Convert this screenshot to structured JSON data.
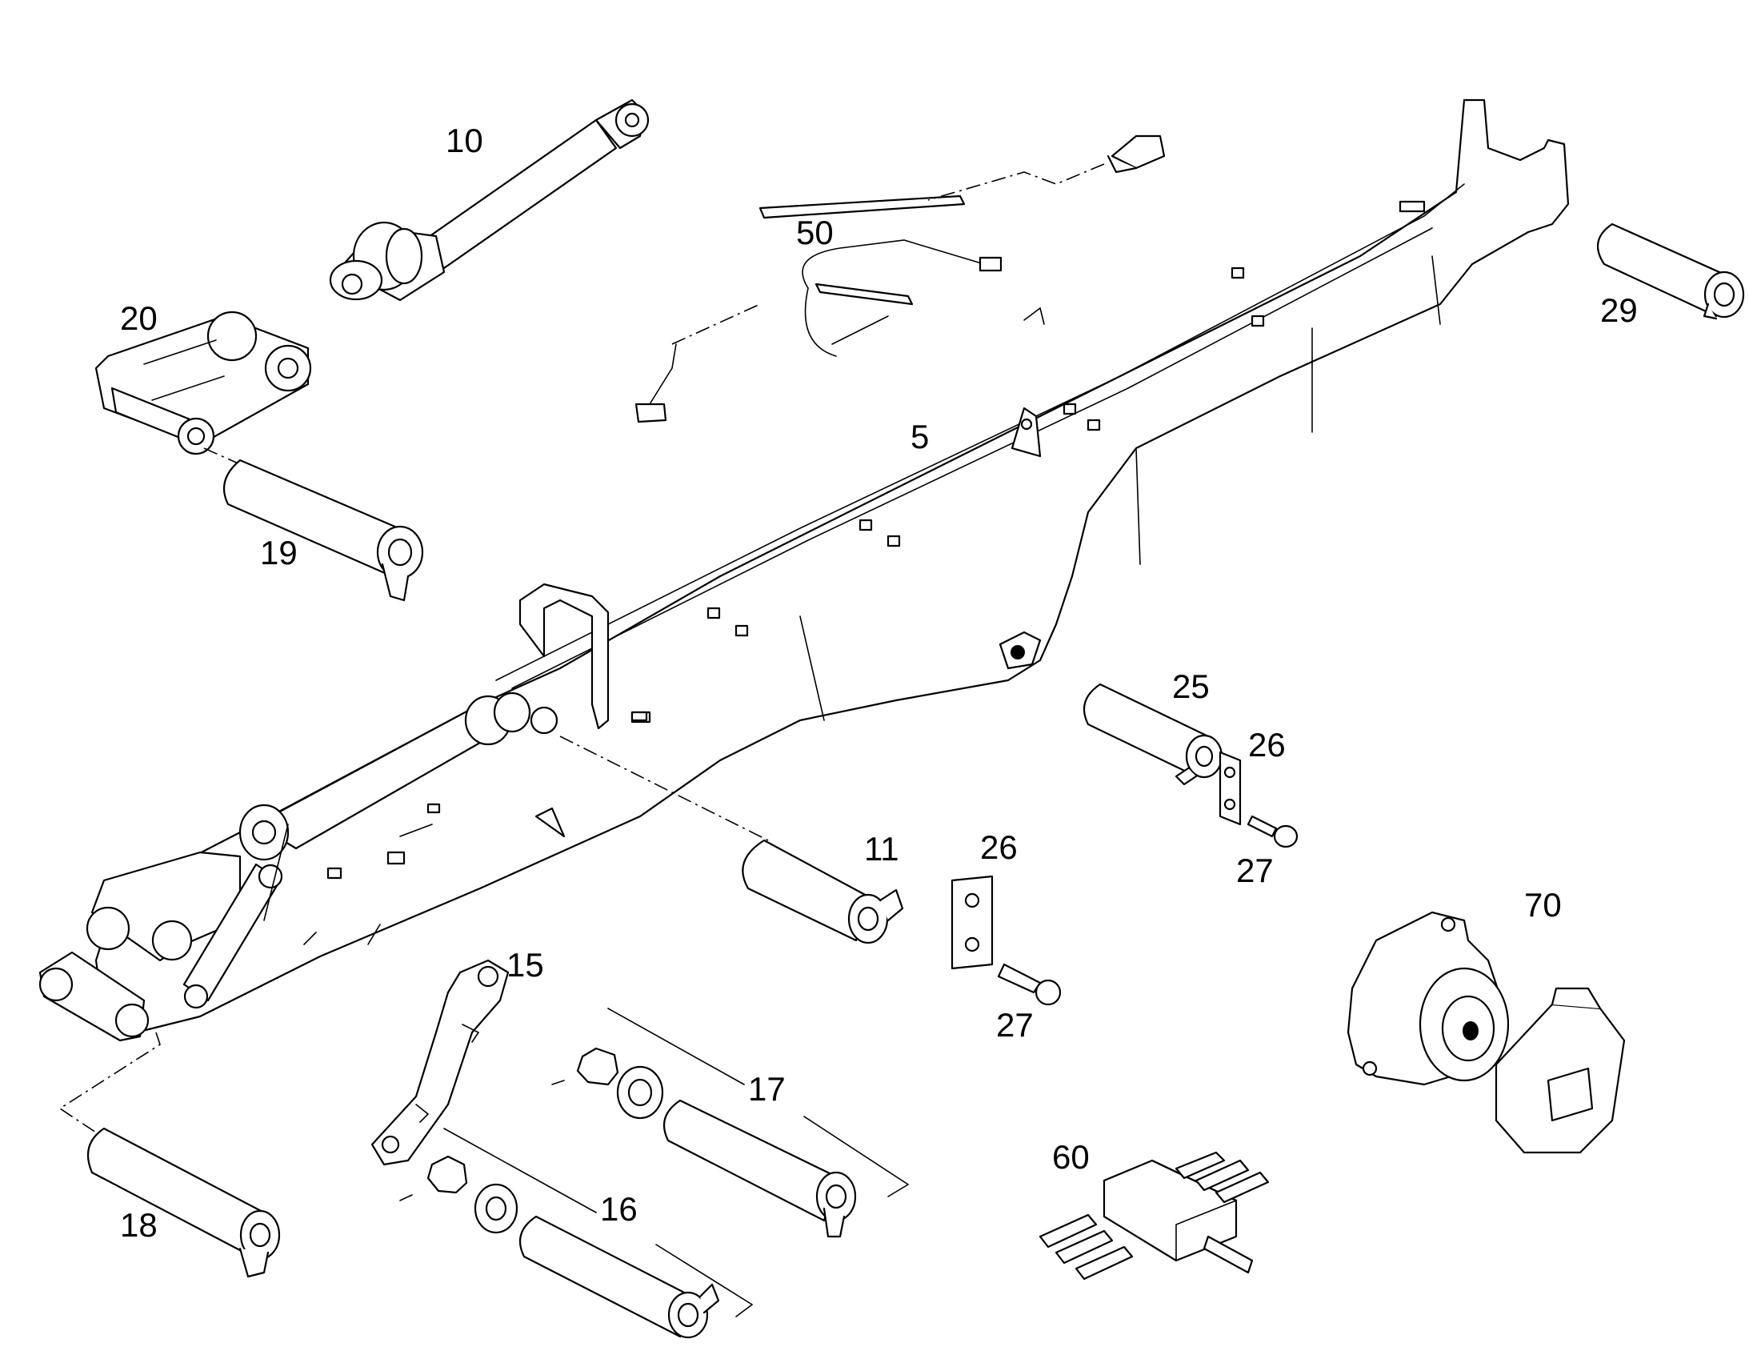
{
  "callouts": [
    {
      "id": "c5",
      "text": "5"
    },
    {
      "id": "c10",
      "text": "10"
    },
    {
      "id": "c11",
      "text": "11"
    },
    {
      "id": "c15",
      "text": "15"
    },
    {
      "id": "c16",
      "text": "16"
    },
    {
      "id": "c17",
      "text": "17"
    },
    {
      "id": "c18",
      "text": "18"
    },
    {
      "id": "c19",
      "text": "19"
    },
    {
      "id": "c20",
      "text": "20"
    },
    {
      "id": "c25",
      "text": "25"
    },
    {
      "id": "c26a",
      "text": "26"
    },
    {
      "id": "c26b",
      "text": "26"
    },
    {
      "id": "c27a",
      "text": "27"
    },
    {
      "id": "c27b",
      "text": "27"
    },
    {
      "id": "c29",
      "text": "29"
    },
    {
      "id": "c50",
      "text": "50"
    },
    {
      "id": "c60",
      "text": "60"
    },
    {
      "id": "c70",
      "text": "70"
    }
  ]
}
